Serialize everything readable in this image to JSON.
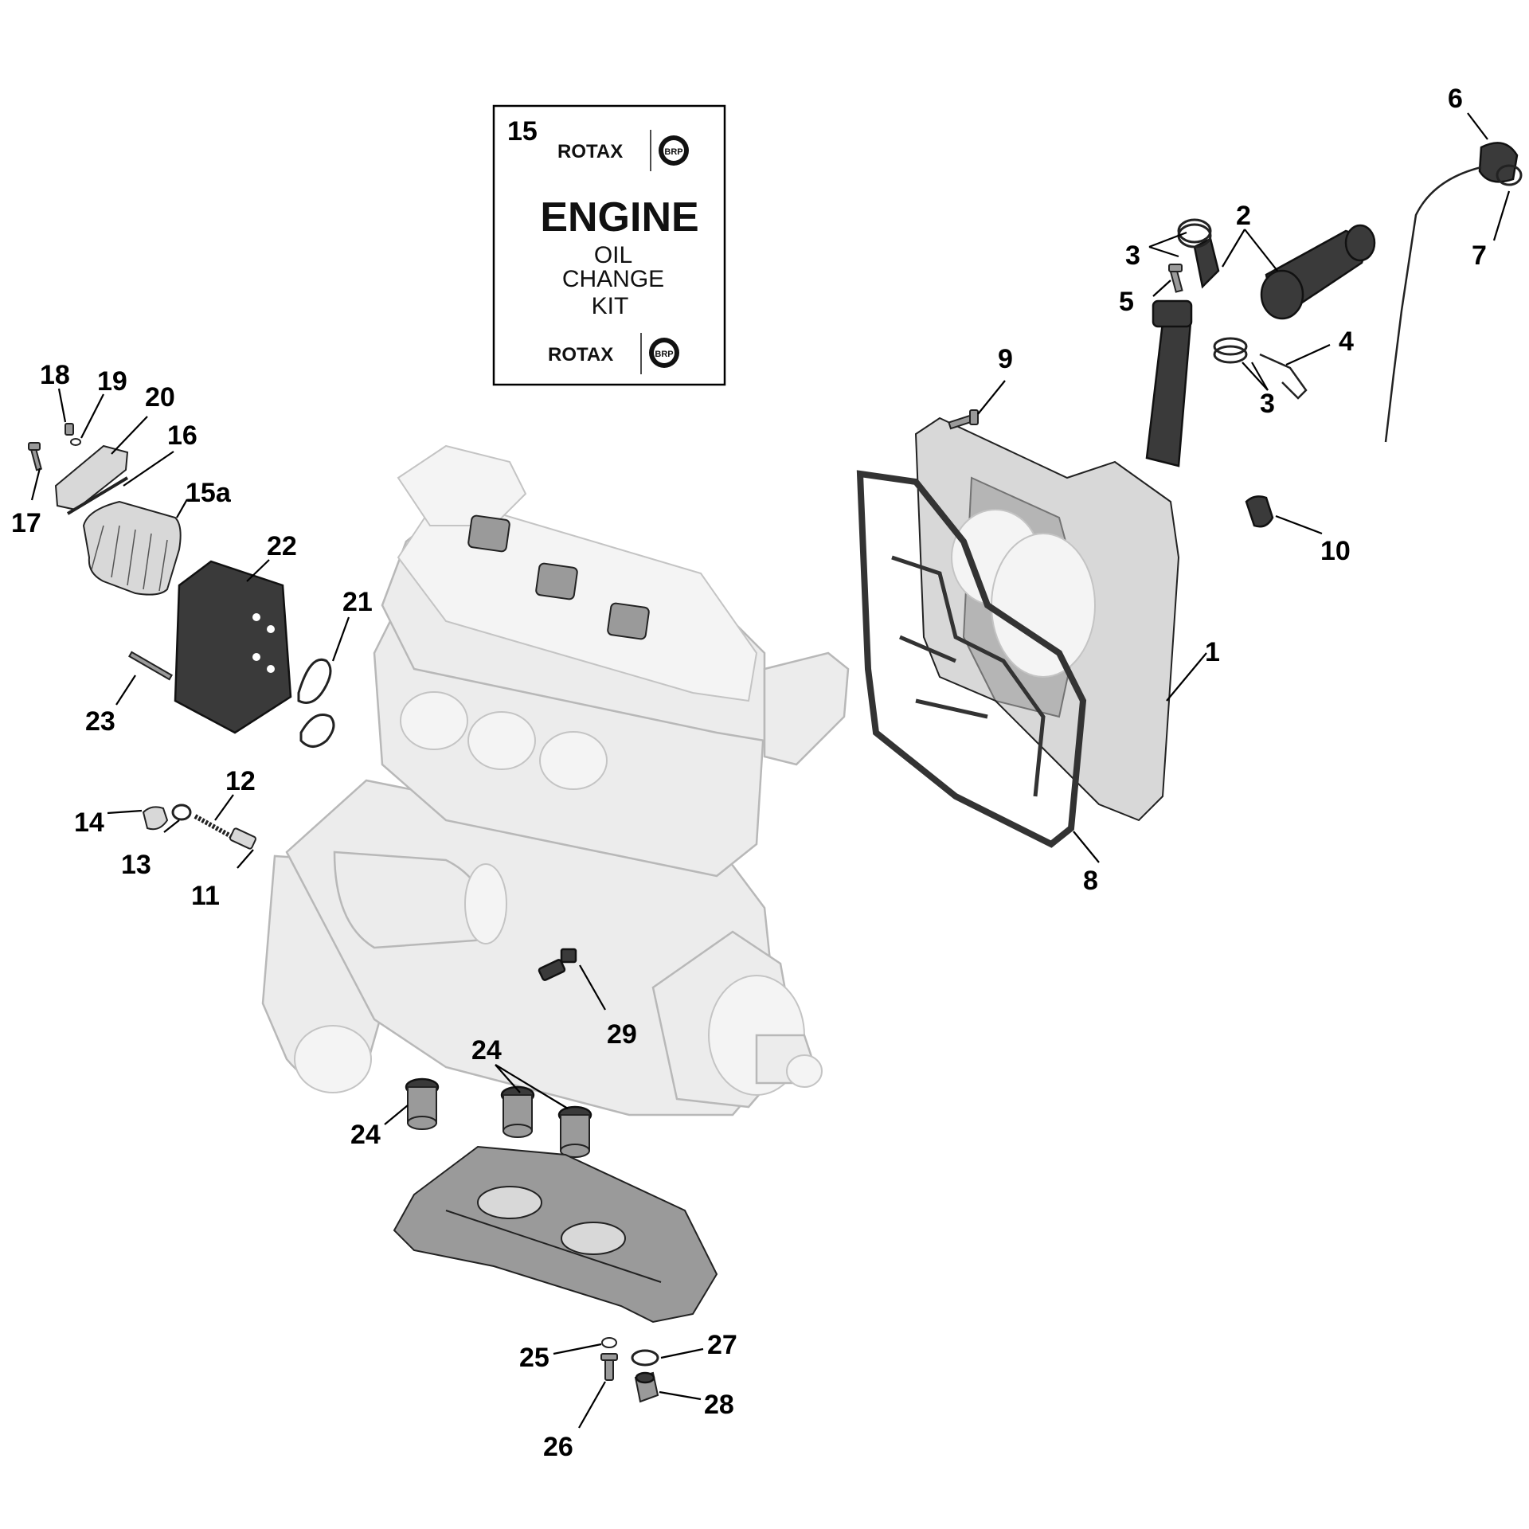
{
  "kit": {
    "item_number": "15",
    "brand_top": "ROTAX",
    "brand_bottom": "ROTAX",
    "brp_mark": "BRP",
    "title": "ENGINE",
    "line1": "OIL",
    "line2": "CHANGE",
    "line3": "KIT"
  },
  "callouts": {
    "c1": "1",
    "c2": "2",
    "c3a": "3",
    "c3b": "3",
    "c4": "4",
    "c5": "5",
    "c6": "6",
    "c7": "7",
    "c8": "8",
    "c9": "9",
    "c10": "10",
    "c11": "11",
    "c12": "12",
    "c13": "13",
    "c14": "14",
    "c15a": "15a",
    "c16": "16",
    "c17": "17",
    "c18": "18",
    "c19": "19",
    "c20": "20",
    "c21": "21",
    "c22": "22",
    "c23": "23",
    "c24a": "24",
    "c24b": "24",
    "c25": "25",
    "c26": "26",
    "c27": "27",
    "c28": "28",
    "c29": "29"
  }
}
